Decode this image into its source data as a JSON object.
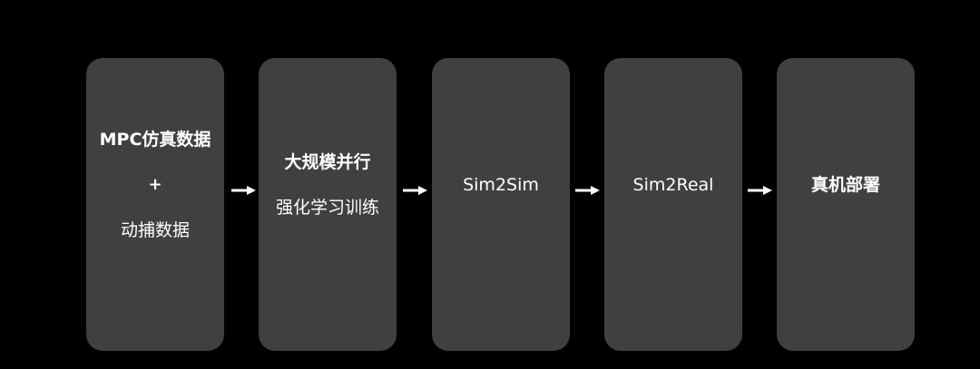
{
  "colors": {
    "background": "#000000",
    "box": "#404040",
    "text": "#ffffff",
    "arrow": "#ffffff"
  },
  "steps": [
    {
      "lines": [
        "MPC仿真数据",
        "+",
        "动捕数据"
      ]
    },
    {
      "lines": [
        "大规模并行",
        "强化学习训练"
      ]
    },
    {
      "lines": [
        "Sim2Sim"
      ]
    },
    {
      "lines": [
        "Sim2Real"
      ]
    },
    {
      "lines": [
        "真机部署"
      ]
    }
  ],
  "arrows": [
    "right-arrow-icon",
    "right-arrow-icon",
    "right-arrow-icon",
    "right-arrow-icon"
  ]
}
